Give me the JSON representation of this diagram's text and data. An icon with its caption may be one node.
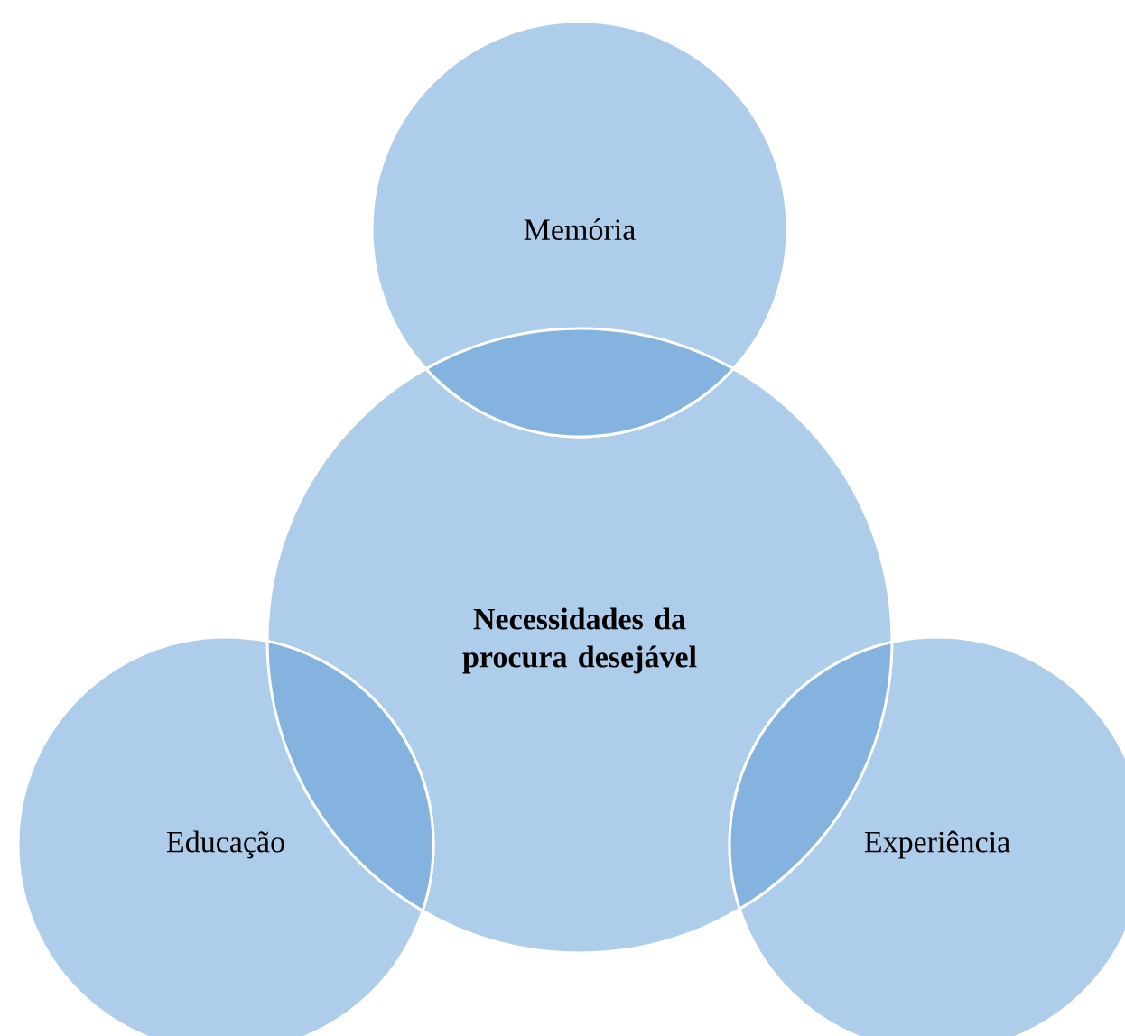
{
  "diagram": {
    "nodes": [
      {
        "text": [
          "Memória"
        ]
      },
      {
        "text": [
          "Necessidades da procura desejável"
        ]
      },
      {
        "text": [
          "Educação"
        ]
      },
      {
        "text": [
          "Experiência"
        ]
      }
    ]
  }
}
